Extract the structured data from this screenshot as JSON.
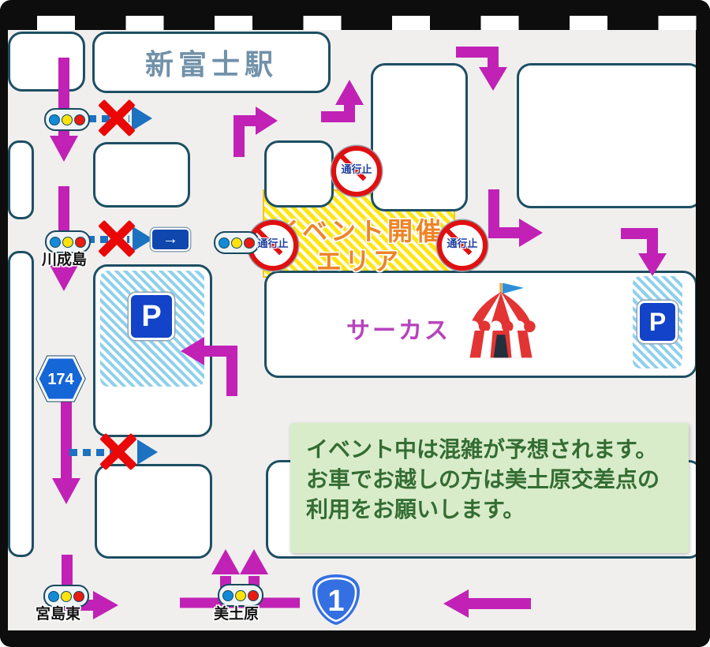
{
  "station": {
    "label": "新富士駅"
  },
  "event_area": {
    "line1": "イベント開催",
    "line2": "エリア"
  },
  "circus": {
    "label": "サーカス"
  },
  "signs": {
    "closed": {
      "label": "通行止"
    },
    "oneway": {
      "glyph": "→"
    }
  },
  "parking": {
    "label": "P"
  },
  "routes": {
    "prefectural": "174",
    "national": "1"
  },
  "intersections": {
    "kawanarijima": "川成島",
    "miyajimahigashi": "宮島東",
    "midohara": "美土原"
  },
  "notice": {
    "line1": "イベント中は混雑が予想されます。",
    "line2": "お車でお越しの方は美土原交差点の",
    "line3": "利用をお願いします。"
  },
  "colors": {
    "route_arrow": "#c122b5",
    "closed_x": "#e90707",
    "dashed_arrow": "#1c72c0",
    "event_hatch": "#ffe515",
    "parking_hatch": "#8fd0ec",
    "block_border": "#1d4f63",
    "no_entry_red": "#e01010",
    "no_entry_text": "#1c3f9e",
    "notice_bg": "#d9ecca",
    "notice_text": "#336d33"
  }
}
